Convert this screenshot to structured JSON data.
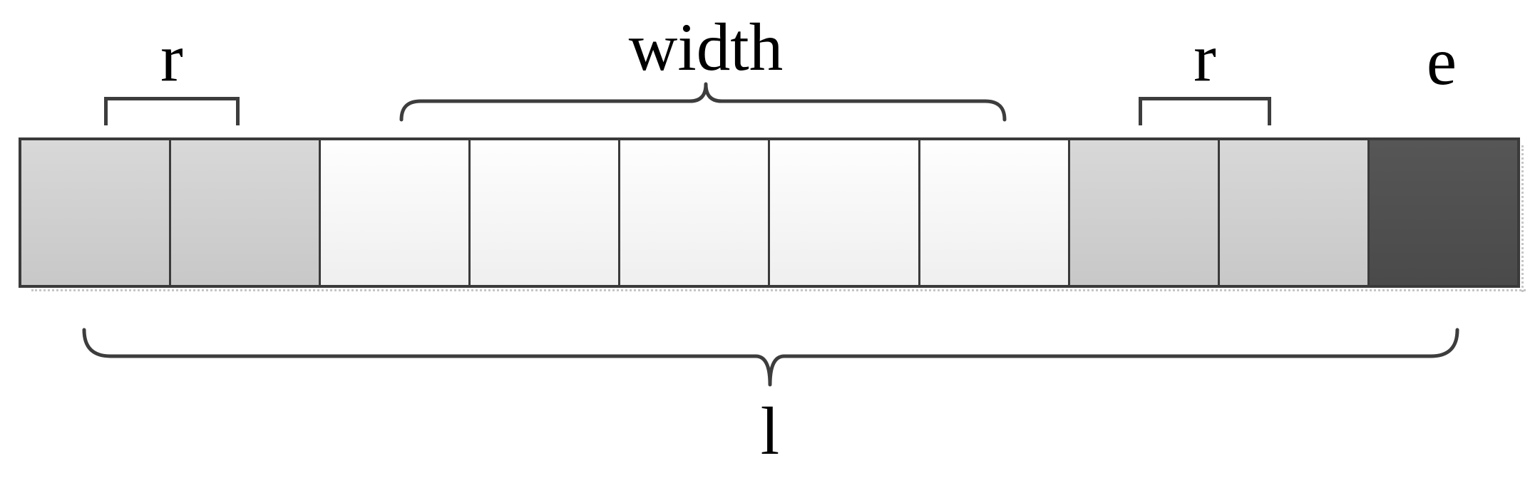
{
  "figure": {
    "description": "Segmented bar diagram of a sliding window over a sequence: total length l, window width, overlap r on each side of the window, and end remainder e"
  },
  "labels": {
    "overlap_left": "r",
    "window_width": "width",
    "overlap_right": "r",
    "end_remainder": "e",
    "total_length": "l"
  },
  "bar": {
    "segment_count": 10,
    "segments": [
      "overlap",
      "overlap",
      "window",
      "window",
      "window",
      "window",
      "window",
      "overlap",
      "overlap",
      "end"
    ]
  },
  "colors": {
    "overlap_fill_top": "#d8d8d8",
    "overlap_fill_bottom": "#c8c8c8",
    "window_fill_top": "#fefefe",
    "window_fill_bottom": "#efefef",
    "end_fill_top": "#565656",
    "end_fill_bottom": "#4a4a4a",
    "border": "#3a3a3a",
    "annotation_stroke": "#3d3d3d",
    "label_text": "#000000",
    "shadow_dots": "#c6c6c6"
  }
}
